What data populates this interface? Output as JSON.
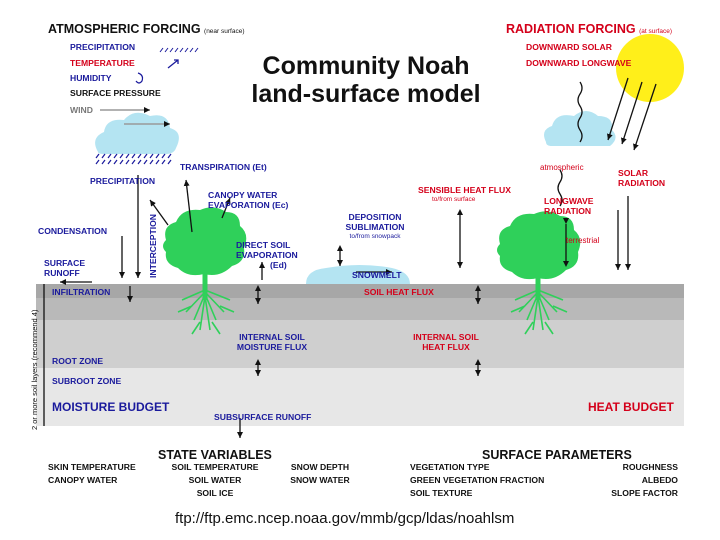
{
  "title": "Community Noah land-surface model",
  "atmospheric_forcing": {
    "heading": "ATMOSPHERIC FORCING",
    "qualifier": "(near surface)",
    "items": [
      "PRECIPITATION",
      "TEMPERATURE",
      "HUMIDITY",
      "SURFACE PRESSURE"
    ],
    "wind": "WIND"
  },
  "radiation_forcing": {
    "heading": "RADIATION FORCING",
    "qualifier": "(at surface)",
    "items": [
      "DOWNWARD SOLAR",
      "DOWNWARD LONGWAVE"
    ]
  },
  "processes": {
    "precipitation": "PRECIPITATION",
    "transpiration": "TRANSPIRATION (Et)",
    "interception": "INTERCEPTION",
    "canopy_water_evap_1": "CANOPY WATER",
    "canopy_water_evap_2": "EVAPORATION (Ec)",
    "condensation": "CONDENSATION",
    "direct_soil_1": "DIRECT SOIL",
    "direct_soil_2": "EVAPORATION",
    "direct_soil_3": "(Ed)",
    "surface_runoff_1": "SURFACE",
    "surface_runoff_2": "RUNOFF",
    "deposition_1": "DEPOSITION",
    "deposition_2": "SUBLIMATION",
    "deposition_3": "to/from snowpack",
    "snowmelt": "SNOWMELT",
    "sensible_heat_1": "SENSIBLE HEAT FLUX",
    "sensible_heat_2": "to/from surface",
    "atmospheric": "atmospheric",
    "solar_radiation_1": "SOLAR",
    "solar_radiation_2": "RADIATION",
    "longwave_1": "LONGWAVE",
    "longwave_2": "RADIATION",
    "terrestrial": "terrestrial",
    "infiltration": "INFILTRATION",
    "soil_heat_flux": "SOIL HEAT FLUX",
    "internal_moisture_1": "INTERNAL SOIL",
    "internal_moisture_2": "MOISTURE FLUX",
    "internal_heat_1": "INTERNAL SOIL",
    "internal_heat_2": "HEAT FLUX",
    "root_zone": "ROOT ZONE",
    "subroot_zone": "SUBROOT ZONE",
    "moisture_budget": "MOISTURE BUDGET",
    "heat_budget": "HEAT BUDGET",
    "subsurface_runoff": "SUBSURFACE RUNOFF",
    "soil_layers": "2 or more soil layers (recommend 4)"
  },
  "state_variables": {
    "heading": "STATE VARIABLES",
    "col1": [
      "SKIN TEMPERATURE",
      "CANOPY WATER"
    ],
    "col2": [
      "SOIL TEMPERATURE",
      "SOIL WATER",
      "SOIL ICE"
    ],
    "col3": [
      "SNOW DEPTH",
      "SNOW WATER"
    ]
  },
  "surface_parameters": {
    "heading": "SURFACE PARAMETERS",
    "col1": [
      "VEGETATION TYPE",
      "GREEN VEGETATION FRACTION",
      "SOIL TEXTURE"
    ],
    "col2": [
      "ROUGHNESS",
      "ALBEDO",
      "SLOPE FACTOR"
    ]
  },
  "footer_url": "ftp://ftp.emc.ncep.noaa.gov/mmb/gcp/ldas/noahlsm",
  "colors": {
    "blue_text": "#1a1a9c",
    "red_text": "#d4001a",
    "sun": "#ffef1a",
    "cloud": "#b4e4f2",
    "tree": "#2fd05a",
    "surface_band": "#a7a7a7",
    "root_zone": "#cfcfcf",
    "subroot_zone": "#e7e7e7"
  }
}
